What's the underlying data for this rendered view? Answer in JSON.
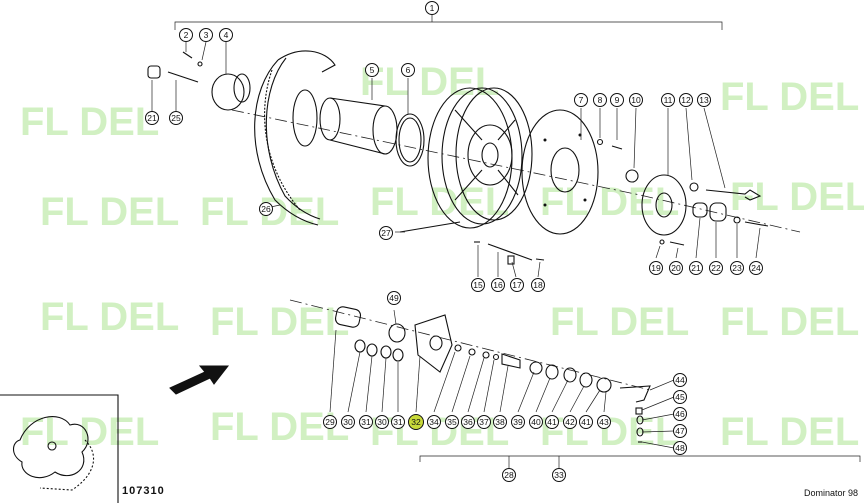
{
  "drawing": {
    "document_number": "107310",
    "model": "Dominator 98",
    "watermark_text": "FL DEL",
    "highlight_color": "#c8d93a",
    "watermark_color": "#9be07a"
  },
  "callouts": [
    {
      "id": "1",
      "label": "1"
    },
    {
      "id": "2",
      "label": "2"
    },
    {
      "id": "3",
      "label": "3"
    },
    {
      "id": "4",
      "label": "4"
    },
    {
      "id": "5",
      "label": "5"
    },
    {
      "id": "6",
      "label": "6"
    },
    {
      "id": "7",
      "label": "7"
    },
    {
      "id": "8",
      "label": "8"
    },
    {
      "id": "9",
      "label": "9"
    },
    {
      "id": "10",
      "label": "10"
    },
    {
      "id": "11",
      "label": "11"
    },
    {
      "id": "12",
      "label": "12"
    },
    {
      "id": "13",
      "label": "13"
    },
    {
      "id": "15",
      "label": "15"
    },
    {
      "id": "16",
      "label": "16"
    },
    {
      "id": "17",
      "label": "17"
    },
    {
      "id": "18",
      "label": "18"
    },
    {
      "id": "19",
      "label": "19"
    },
    {
      "id": "20",
      "label": "20"
    },
    {
      "id": "21a",
      "label": "21"
    },
    {
      "id": "21b",
      "label": "21"
    },
    {
      "id": "22",
      "label": "22"
    },
    {
      "id": "23",
      "label": "23"
    },
    {
      "id": "24",
      "label": "24"
    },
    {
      "id": "25",
      "label": "25"
    },
    {
      "id": "26",
      "label": "26"
    },
    {
      "id": "27",
      "label": "27"
    },
    {
      "id": "28",
      "label": "28"
    },
    {
      "id": "29",
      "label": "29"
    },
    {
      "id": "30a",
      "label": "30"
    },
    {
      "id": "31a",
      "label": "31"
    },
    {
      "id": "30b",
      "label": "30"
    },
    {
      "id": "31b",
      "label": "31"
    },
    {
      "id": "32",
      "label": "32",
      "highlighted": true
    },
    {
      "id": "33",
      "label": "33"
    },
    {
      "id": "34",
      "label": "34"
    },
    {
      "id": "35",
      "label": "35"
    },
    {
      "id": "36",
      "label": "36"
    },
    {
      "id": "37",
      "label": "37"
    },
    {
      "id": "38",
      "label": "38"
    },
    {
      "id": "39",
      "label": "39"
    },
    {
      "id": "40",
      "label": "40"
    },
    {
      "id": "41a",
      "label": "41"
    },
    {
      "id": "42",
      "label": "42"
    },
    {
      "id": "41b",
      "label": "41"
    },
    {
      "id": "43",
      "label": "43"
    },
    {
      "id": "44",
      "label": "44"
    },
    {
      "id": "45",
      "label": "45"
    },
    {
      "id": "46",
      "label": "46"
    },
    {
      "id": "47",
      "label": "47"
    },
    {
      "id": "48",
      "label": "48"
    },
    {
      "id": "49",
      "label": "49"
    }
  ]
}
